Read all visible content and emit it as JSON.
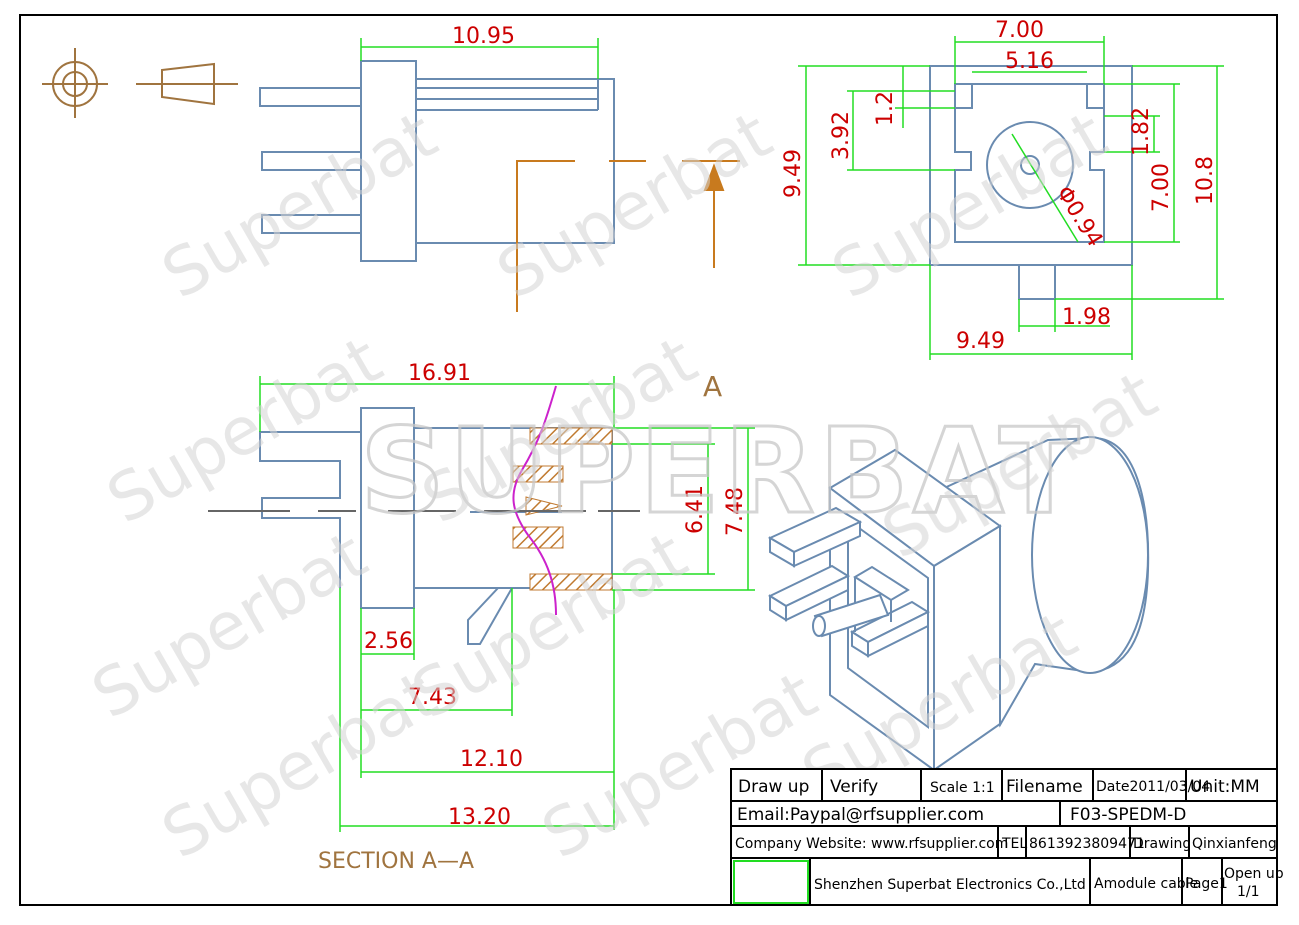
{
  "watermarks": {
    "brand_large": "SUPERBAT",
    "brand_small": "Superbat"
  },
  "top_view": {
    "dim_length": "10.95"
  },
  "section_view": {
    "dim_total": "16.91",
    "dim_inner": "6.41",
    "dim_outer": "7.48",
    "dim_a": "2.56",
    "dim_b": "7.43",
    "dim_c": "12.10",
    "dim_d": "13.20",
    "section_marker": "A",
    "caption": "SECTION  A—A"
  },
  "front_view": {
    "dim_width_top": "7.00",
    "dim_inner_width": "5.16",
    "dim_height_left": "9.49",
    "dim_392": "3.92",
    "dim_12": "1.2",
    "dim_182": "1.82",
    "dim_height_inner": "7.00",
    "dim_height_total": "10.8",
    "dim_diameter": "Φ0.94",
    "dim_pin": "1.98",
    "dim_width_bottom": "9.49"
  },
  "title_block": {
    "draw_up": "Draw up",
    "verify": "Verify",
    "scale": "Scale 1:1",
    "filename_label": "Filename",
    "date": "Date2011/03/04",
    "unit": "Unit:MM",
    "email": "Email:Paypal@rfsupplier.com",
    "filename_value": "F03-SPEDM-D",
    "company_website": "Company Website:  www.rfsupplier.com",
    "tel_label": "TEL",
    "tel_value": "8613923809471",
    "drawing_label": "Drawing",
    "drawer": "Qinxianfeng",
    "company": "Shenzhen Superbat Electronics Co.,Ltd",
    "product": "Amodule cable",
    "page": "Page1",
    "open_up": "Open up",
    "open_up_pages": "1/1"
  },
  "colors": {
    "outline": "#6a8bb0",
    "dimension_line": "#22dd22",
    "dimension_text": "#cc0000",
    "center_line": "#c87a1e",
    "hatch": "#c07a30",
    "curve": "#cc22cc"
  }
}
